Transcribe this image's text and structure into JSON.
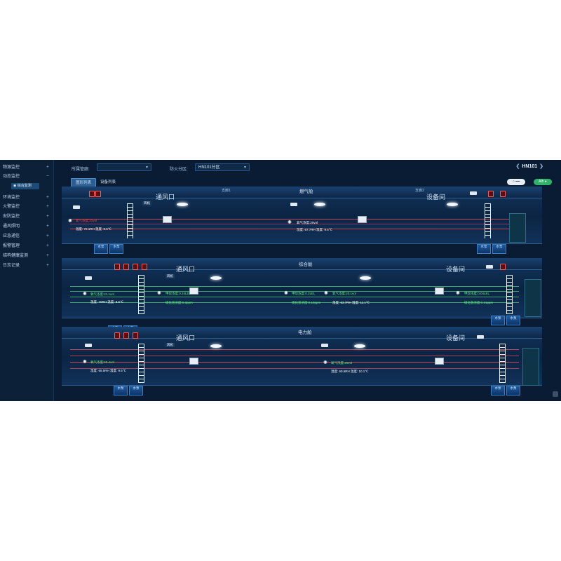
{
  "sidebar": {
    "items": [
      {
        "label": "物源监控"
      },
      {
        "label": "环境监控"
      },
      {
        "label": "火警监控"
      },
      {
        "label": "安防监控"
      },
      {
        "label": "通风照明"
      },
      {
        "label": "应急通信"
      },
      {
        "label": "报警管理"
      },
      {
        "label": "结构健康监测"
      },
      {
        "label": "日志记录"
      }
    ],
    "expanded": {
      "label": "动态监控",
      "sub": "综合监测"
    }
  },
  "toolbar": {
    "area_label": "所属管廊:",
    "area_value": "",
    "zone_label": "防火分区:",
    "zone_value": "HN101分区",
    "pager_value": "HN101"
  },
  "tabs": {
    "graphic": "图形列表",
    "device": "设备列表"
  },
  "toggles": {
    "left": "○ ━━",
    "right": "Alh ●"
  },
  "sections": [
    {
      "title": "燃气舱",
      "left_label": "通风口",
      "right_label": "设备间",
      "left_tag": "支廊1",
      "right_tag": "支廊2",
      "fan": "风机",
      "readouts": [
        {
          "text": "氧气浓度:21vol",
          "color": "red"
        },
        {
          "text": "温度: 72.1RH  温度: 8.6℃",
          "color": "white"
        },
        {
          "text": "氧气浓度:20vol",
          "color": "white"
        },
        {
          "text": "湿度: 67.7RH  温度: 9.4℃",
          "color": "white"
        }
      ],
      "pumps": [
        "水泵",
        "水泵",
        "水泵",
        "水泵"
      ]
    },
    {
      "title": "综合舱",
      "left_label": "通风口",
      "right_label": "设备间",
      "fan": "风机",
      "readouts": [
        {
          "text": "氧气浓度:21.1vol",
          "color": "green"
        },
        {
          "text": "湿度: 70RH  温度: 8.5℃",
          "color": "white"
        },
        {
          "text": "甲烷浓度:0.24LEL",
          "color": "green"
        },
        {
          "text": "硫化氢浓度:0.3ppm",
          "color": "green"
        },
        {
          "text": "甲烷浓度:0.2LEL",
          "color": "green"
        },
        {
          "text": "硫化氢浓度:0.19ppm",
          "color": "green"
        },
        {
          "text": "氧气浓度:20.1vol",
          "color": "green"
        },
        {
          "text": "湿度: 63.7RH  温度: 11.1℃",
          "color": "white"
        },
        {
          "text": "甲烷浓度:0.04LEL",
          "color": "green"
        },
        {
          "text": "硫化氢浓度:0.21ppm",
          "color": "green"
        }
      ],
      "pumps": [
        "水泵",
        "水泵",
        "水泵",
        "水泵"
      ]
    },
    {
      "title": "电力舱",
      "left_label": "通风口",
      "right_label": "设备间",
      "fan": "风机",
      "readouts": [
        {
          "text": "氧气浓度:20.4vol",
          "color": "green"
        },
        {
          "text": "湿度: 65.5RH  温度: 9.5℃",
          "color": "white"
        },
        {
          "text": "氧气浓度:20vol",
          "color": "green"
        },
        {
          "text": "湿度: 60.5RH  温度: 10.1℃",
          "color": "white"
        }
      ],
      "pumps": [
        "水泵",
        "水泵",
        "水泵",
        "水泵"
      ]
    }
  ],
  "colors": {
    "background": "#0a1c33",
    "accent": "#2b5f93",
    "pipe_red": "#c04a5a",
    "pipe_green": "#3ea86a",
    "readout_green": "#5cf27a"
  }
}
